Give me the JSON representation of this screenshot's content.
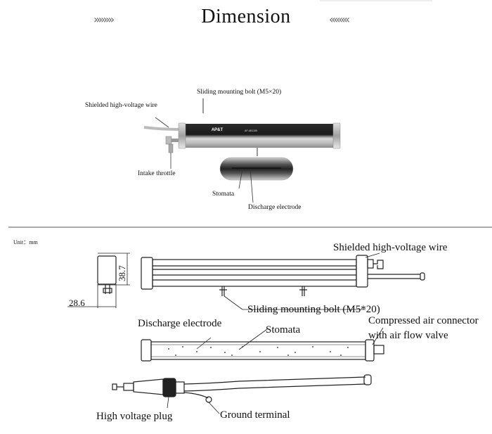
{
  "header": {
    "title": "Dimension",
    "left_deco": "»»»»",
    "right_deco": "««««"
  },
  "top_figure": {
    "labels": {
      "sliding_bolt": "Sliding mounting bolt (M5×20)",
      "shielded_wire": "Shielded high-voltage wire",
      "intake_throttle": "Intake throttle",
      "stomata": "Stomata",
      "discharge_electrode": "Discharge electrode"
    },
    "product": {
      "brand": "AP&T",
      "model": "AP-AB1155"
    }
  },
  "bottom_figure": {
    "unit": "Unit：mm",
    "dimensions": {
      "height": "38.7",
      "width": "28.6"
    },
    "labels": {
      "shielded_wire": "Shielded high-voltage wire",
      "sliding_bolt": "Sliding mounting bolt (M5*20)",
      "discharge_electrode": "Discharge electrode",
      "stomata": "Stomata",
      "air_connector_line1": "Compressed air connector",
      "air_connector_line2": "with air flow valve",
      "hv_plug": "High voltage plug",
      "ground_terminal": "Ground terminal"
    }
  }
}
